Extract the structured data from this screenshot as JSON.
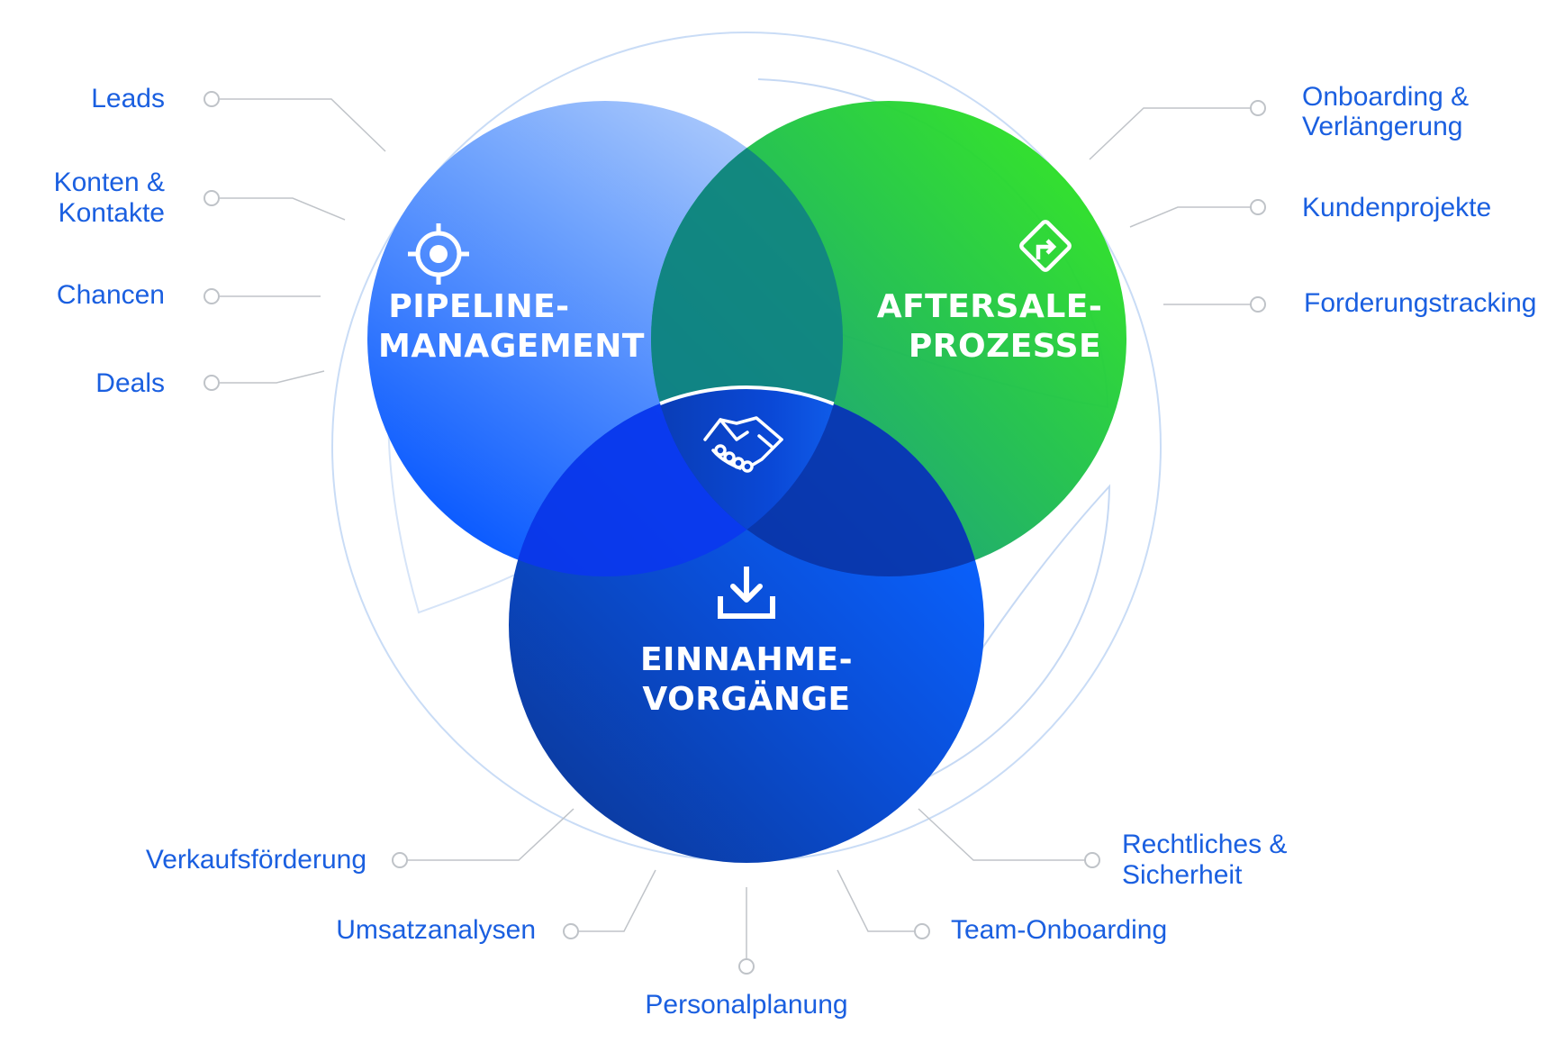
{
  "colors": {
    "label_text": "#1a5fe0",
    "connector_line": "#bfc3c8",
    "connector_dot": "#bfc3c8",
    "outer_ring": "#bcd2f2",
    "blue_light": "#9ec0fb",
    "blue_mid": "#1f6cff",
    "green_bright": "#2de320",
    "green_dark": "#12a468",
    "blue_deep": "#0a3aa8",
    "white": "#ffffff"
  },
  "circles": {
    "pipeline": {
      "icon": "target-icon",
      "title_line1": "PIPELINE-",
      "title_line2": "MANAGEMENT"
    },
    "aftersale": {
      "icon": "direction-sign-icon",
      "title_line1": "AFTERSALE-",
      "title_line2": "PROZESSE"
    },
    "einnahme": {
      "icon": "download-icon",
      "title_line1": "EINNAHME-",
      "title_line2": "VORGÄNGE"
    },
    "center": {
      "icon": "handshake-icon"
    }
  },
  "labels": {
    "left": [
      {
        "lines": [
          "Leads"
        ]
      },
      {
        "lines": [
          "Konten &",
          "Kontakte"
        ]
      },
      {
        "lines": [
          "Chancen"
        ]
      },
      {
        "lines": [
          "Deals"
        ]
      }
    ],
    "right": [
      {
        "lines": [
          "Onboarding &",
          "Verlängerung"
        ]
      },
      {
        "lines": [
          "Kundenprojekte"
        ]
      },
      {
        "lines": [
          "Forderungstracking"
        ]
      }
    ],
    "bottom": [
      {
        "lines": [
          "Verkaufsförderung"
        ]
      },
      {
        "lines": [
          "Umsatzanalysen"
        ]
      },
      {
        "lines": [
          "Personalplanung"
        ]
      },
      {
        "lines": [
          "Team-Onboarding"
        ]
      },
      {
        "lines": [
          "Rechtliches &",
          "Sicherheit"
        ]
      }
    ]
  }
}
